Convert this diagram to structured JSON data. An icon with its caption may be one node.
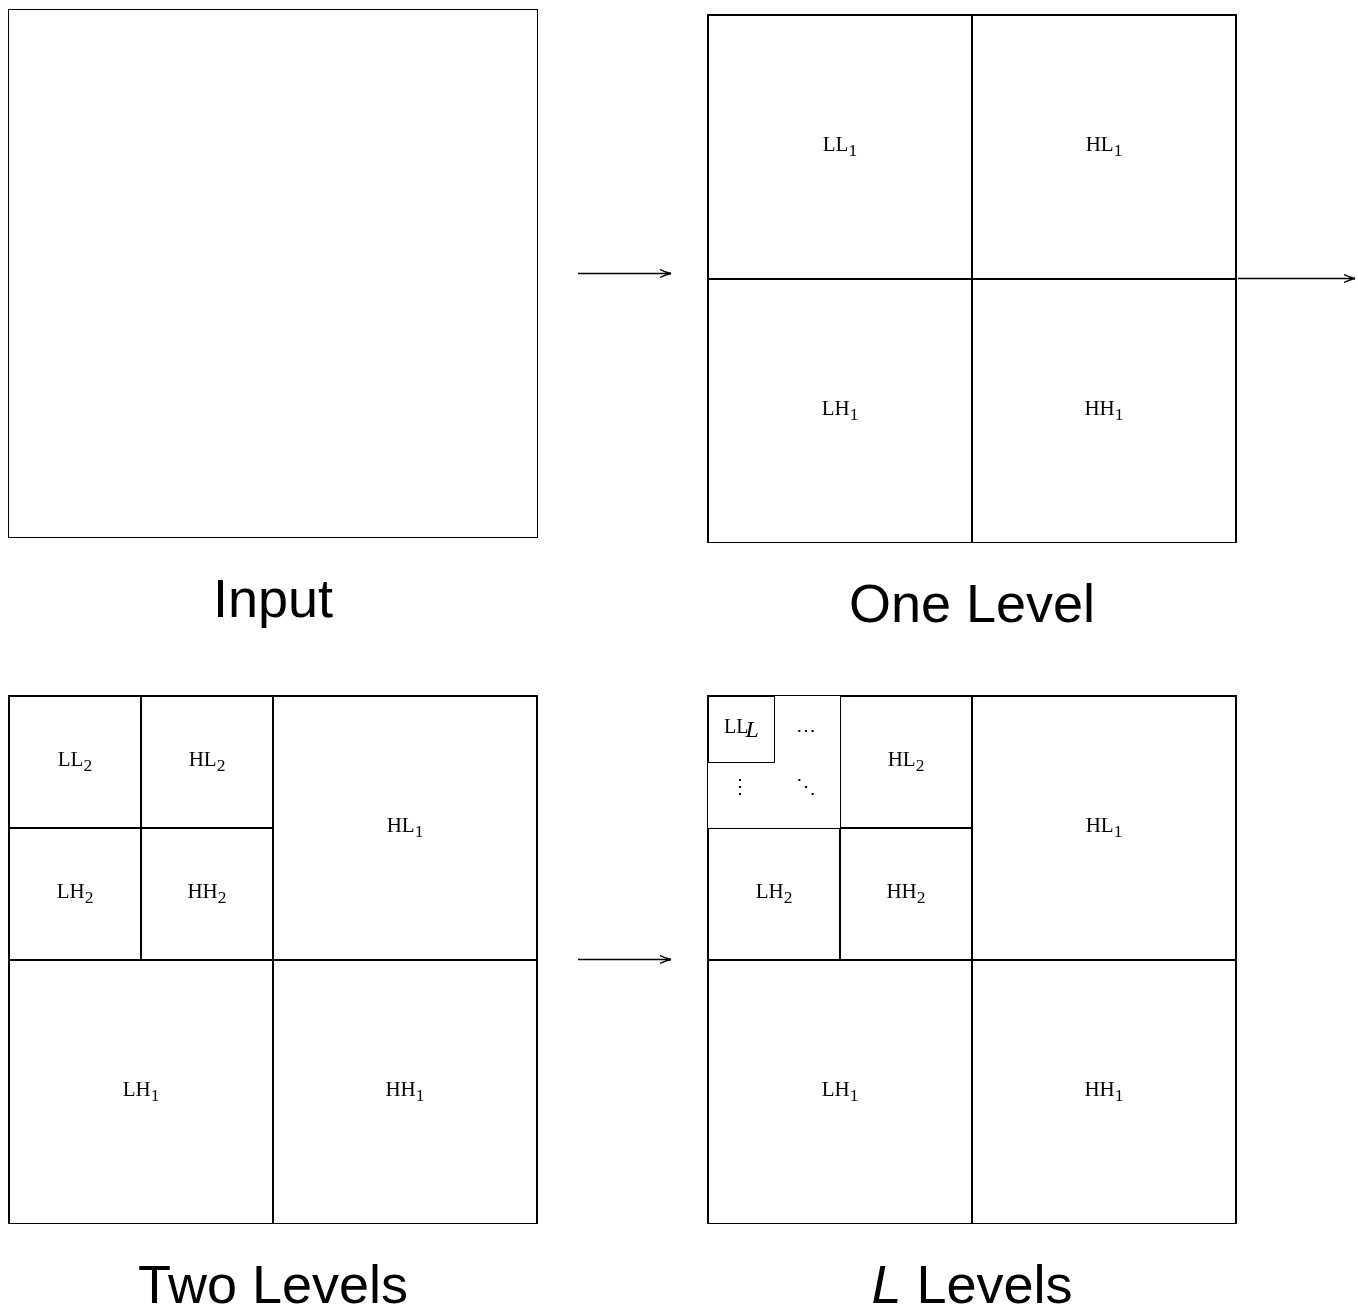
{
  "diagram": {
    "nodes": [
      {
        "text": [
          "Input"
        ]
      },
      {
        "text": [
          "One Level"
        ]
      },
      {
        "text": [
          "LL$_{1}$"
        ],
        "in": 1
      },
      {
        "text": [
          "HL$_{1}$"
        ],
        "in": 1
      },
      {
        "text": [
          "LH$_{1}$"
        ],
        "in": 1
      },
      {
        "text": [
          "HH$_{1}$"
        ],
        "in": 1
      },
      {
        "text": [
          "Two Levels"
        ]
      },
      {
        "text": [
          "LL$_{2}$"
        ],
        "in": 6
      },
      {
        "text": [
          "HL$_{2}$"
        ],
        "in": 6
      },
      {
        "text": [
          "LH$_{2}$"
        ],
        "in": 6
      },
      {
        "text": [
          "HH$_{2}$"
        ],
        "in": 6
      },
      {
        "text": [
          "HL$_{1}$"
        ],
        "in": 6
      },
      {
        "text": [
          "LH$_{1}$"
        ],
        "in": 6
      },
      {
        "text": [
          "HH$_{1}$"
        ],
        "in": 6
      },
      {
        "text": [
          "*L* Levels"
        ]
      },
      {
        "text": [
          "LL$_{L}$"
        ],
        "in": 14
      },
      {
        "text": [
          "HL$_{2}$"
        ],
        "in": 14
      },
      {
        "text": [
          "LH$_{2}$"
        ],
        "in": 14
      },
      {
        "text": [
          "HH$_{2}$"
        ],
        "in": 14
      },
      {
        "text": [
          "HL$_{1}$"
        ],
        "in": 14
      },
      {
        "text": [
          "LH$_{1}$"
        ],
        "in": 14
      },
      {
        "text": [
          "HH$_{1}$"
        ],
        "in": 14
      }
    ],
    "edges": [
      {
        "from": 0,
        "to": 1,
        "arrow": "to"
      },
      {
        "from": 1,
        "to": null,
        "arrow": "to"
      },
      {
        "from": 6,
        "to": 14,
        "arrow": "to"
      }
    ],
    "labels": [
      "⋯",
      "⋮",
      "⋱"
    ]
  }
}
